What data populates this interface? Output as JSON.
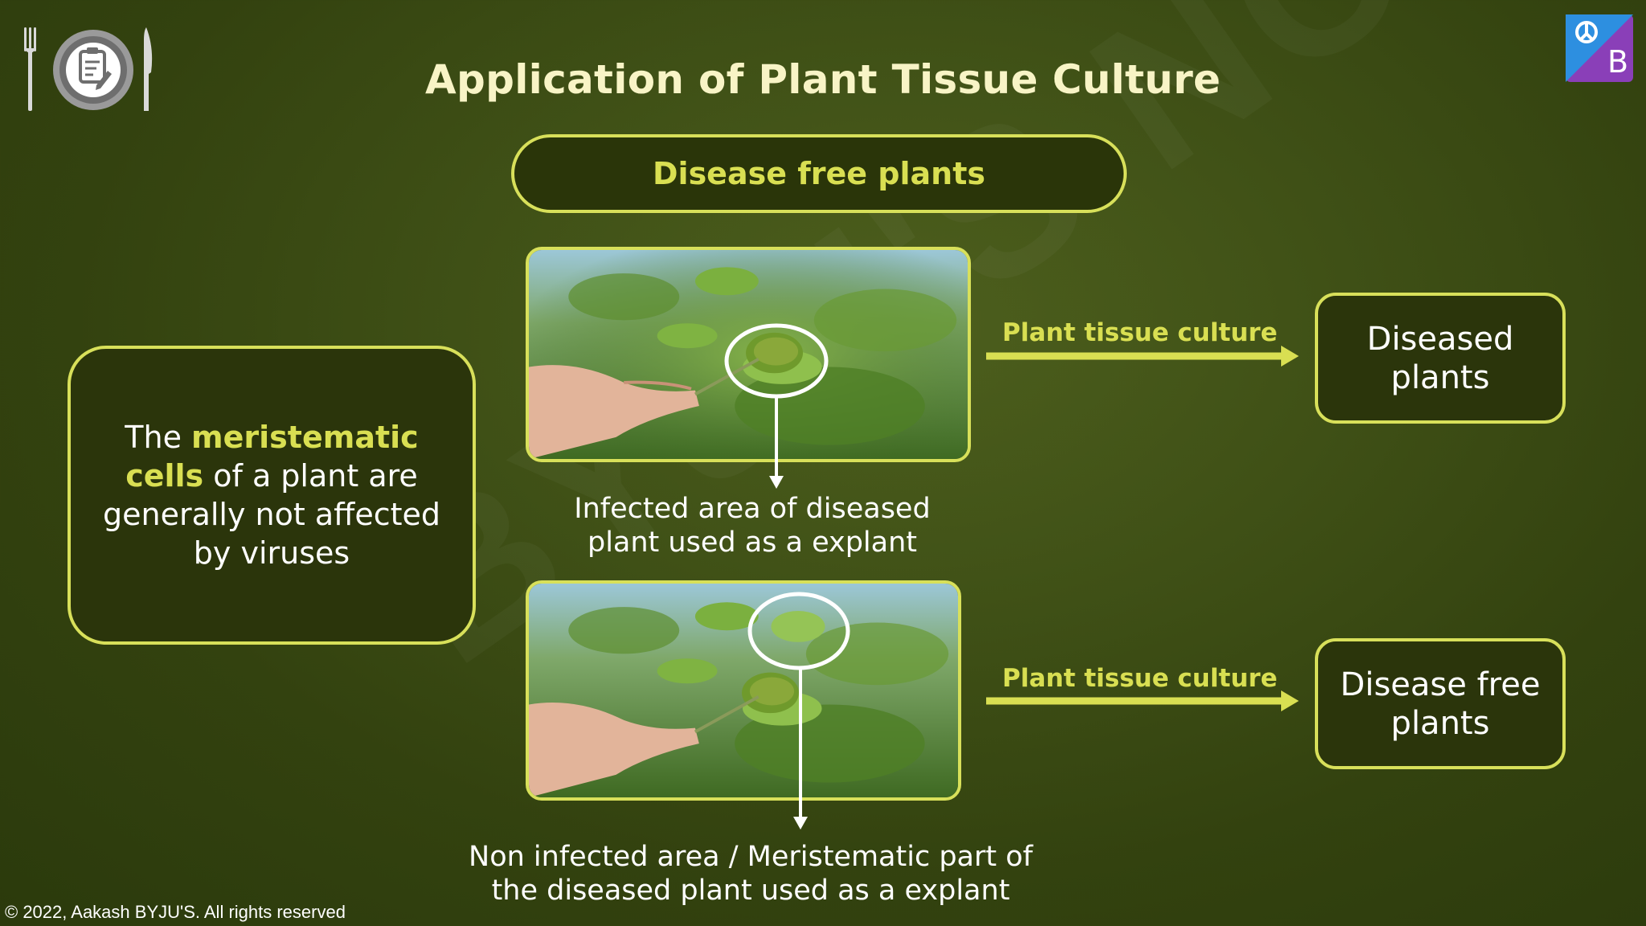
{
  "slide": {
    "title": "Application of Plant Tissue Culture",
    "header_pill": "Disease free plants",
    "left_box": {
      "pre": "The ",
      "highlight": "meristematic cells",
      "post": " of a plant are generally not affected by viruses"
    },
    "top_row": {
      "arrow_label": "Plant tissue culture",
      "result": "Diseased plants",
      "caption_line1": "Infected area of diseased",
      "caption_line2": "plant used as a explant"
    },
    "bottom_row": {
      "arrow_label": "Plant tissue culture",
      "result": "Disease free plants",
      "caption_line1": "Non infected area / Meristematic part of",
      "caption_line2": "the diseased plant used as a explant"
    },
    "copyright": "© 2022, Aakash BYJU'S. All rights reserved",
    "colors": {
      "accent": "#d9df52",
      "title": "#f8f4c6",
      "box_fill": "#2b350b",
      "background": "#3f5016"
    },
    "icons": [
      "notes-plate-icon",
      "fork-icon",
      "knife-icon",
      "byjus-logo-icon"
    ]
  }
}
